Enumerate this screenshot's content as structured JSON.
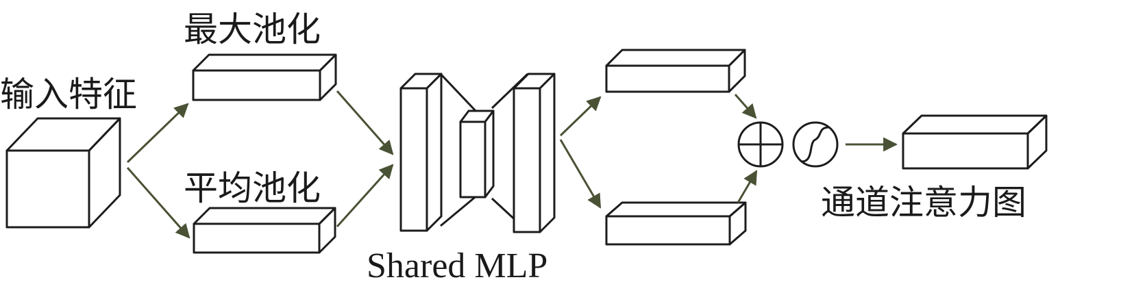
{
  "labels": {
    "input_feature": "输入特征",
    "max_pooling": "最大池化",
    "avg_pooling": "平均池化",
    "shared_mlp": "Shared MLP",
    "channel_attention_map": "通道注意力图"
  },
  "colors": {
    "input_cube_front": "#f3eeee",
    "input_cube_top": "#fbf9f9",
    "input_cube_side": "#d9d1d1",
    "max_pool_front": "#b8aeae",
    "avg_pool_front": "#7c7474",
    "mlp_out_top_front": "#b8aeae",
    "mlp_out_bottom_front": "#dcd5d5",
    "attention_map_front": "#8e8585",
    "arrow": "#4a5235"
  },
  "icons": {
    "sum": "circled-plus-icon",
    "activation": "sigmoid-icon"
  }
}
